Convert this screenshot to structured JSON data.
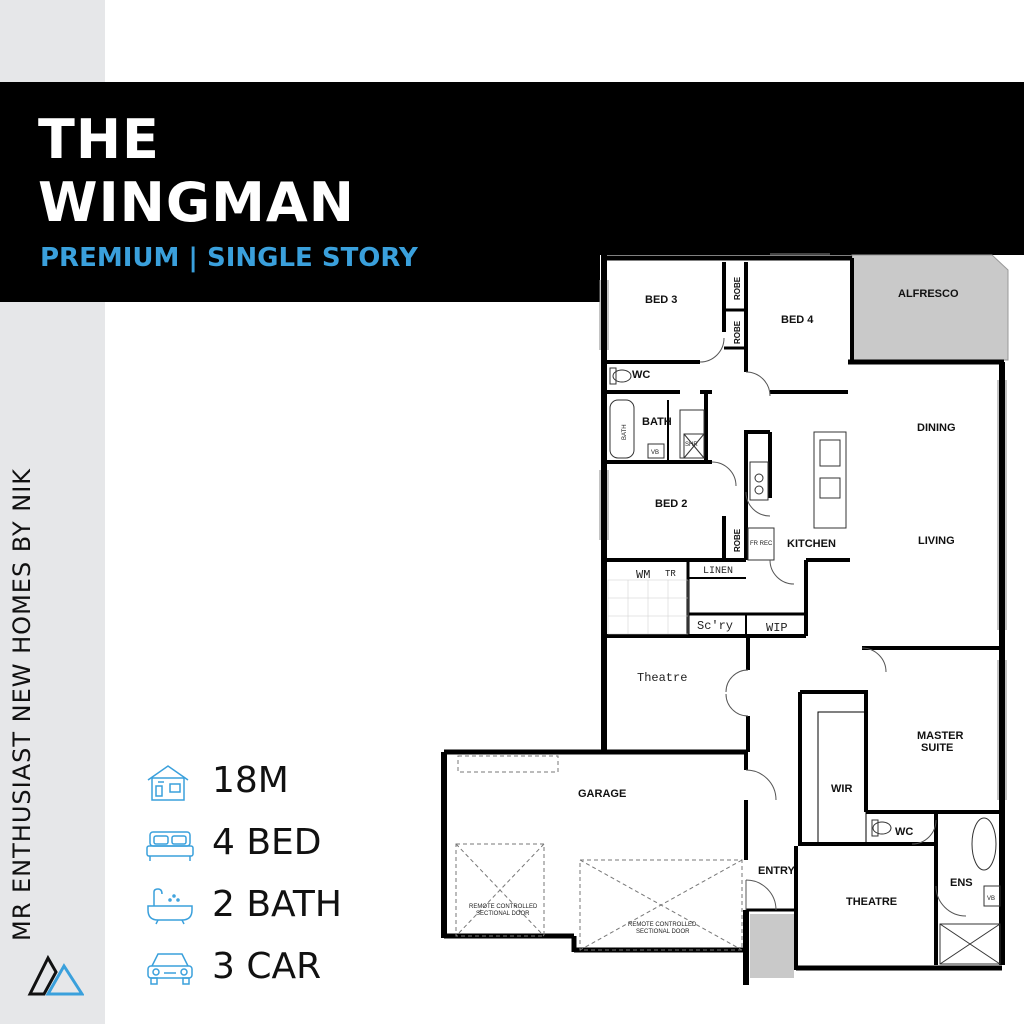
{
  "title": {
    "line1": "THE",
    "line2": "WINGMAN"
  },
  "subtitle": "PREMIUM | SINGLE STORY",
  "brand": "MR ENTHUSIAST NEW HOMES BY NIK",
  "colors": {
    "accent": "#3aa0dc",
    "band": "#000000",
    "strip": "#e6e7e9",
    "alfresco": "#c9c9c9"
  },
  "features": [
    {
      "icon": "house-frontage-icon",
      "label": "18M"
    },
    {
      "icon": "bed-icon",
      "label": "4 BED"
    },
    {
      "icon": "bathtub-icon",
      "label": "2 BATH"
    },
    {
      "icon": "car-icon",
      "label": "3 CAR"
    }
  ],
  "rooms": {
    "bed3": "BED 3",
    "bed4": "BED 4",
    "alfresco": "ALFRESCO",
    "robe1": "ROBE",
    "robe2": "ROBE",
    "robe3": "ROBE",
    "wc1": "WC",
    "bath": "BATH",
    "bath_tub": "BATH",
    "shr1": "SHR",
    "vb1": "VB",
    "dining": "DINING",
    "bed2": "BED 2",
    "fr_rec": "FR REC",
    "kitchen": "KITCHEN",
    "living": "LIVING",
    "wm": "WM",
    "tr": "TR",
    "linen": "LINEN",
    "scry": "Sc'ry",
    "wip": "WIP",
    "theatre_small": "Theatre",
    "master_suite_1": "MASTER",
    "master_suite_2": "SUITE",
    "garage": "GARAGE",
    "wir": "WIR",
    "wc2": "WC",
    "entry": "ENTRY",
    "ens": "ENS",
    "theatre_front": "THEATRE",
    "vb2": "VB",
    "door1_1": "REMOTE CONTROLLED",
    "door1_2": "SECTIONAL DOOR",
    "door2_1": "REMOTE CONTROLLED",
    "door2_2": "SECTIONAL DOOR"
  }
}
